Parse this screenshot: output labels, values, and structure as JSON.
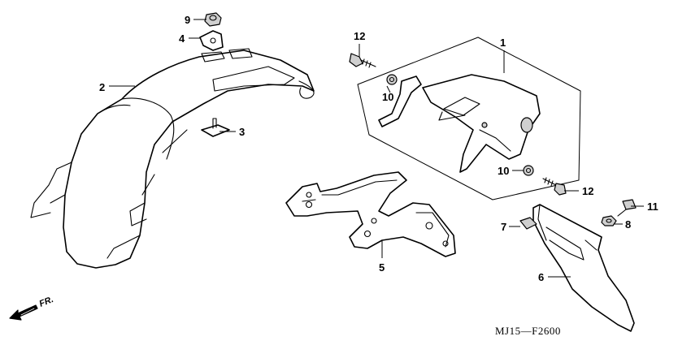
{
  "callouts": {
    "c1": "1",
    "c2": "2",
    "c3": "3",
    "c4": "4",
    "c5": "5",
    "c6": "6",
    "c7": "7",
    "c8": "8",
    "c9": "9",
    "c10a": "10",
    "c10b": "10",
    "c11": "11",
    "c12a": "12",
    "c12b": "12"
  },
  "direction_label": "FR.",
  "diagram_code": "MJ15—F2600"
}
